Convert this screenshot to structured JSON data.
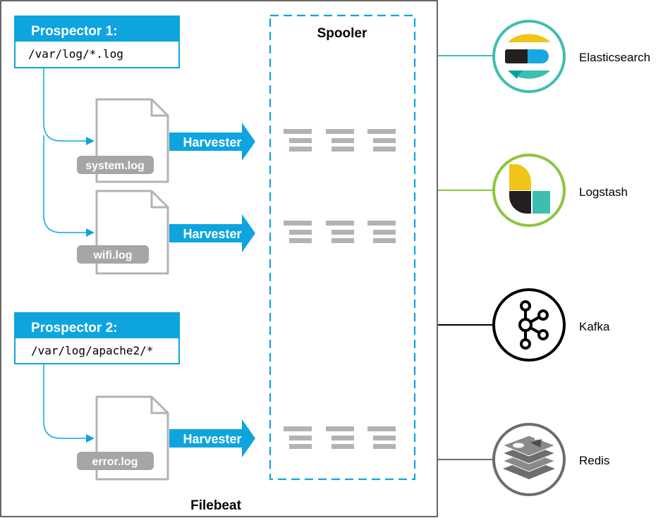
{
  "filebeat": {
    "label": "Filebeat"
  },
  "spooler": {
    "label": "Spooler"
  },
  "prospectors": [
    {
      "title": "Prospector 1:",
      "path": "/var/log/*.log"
    },
    {
      "title": "Prospector 2:",
      "path": "/var/log/apache2/*"
    }
  ],
  "files": [
    {
      "name": "system.log",
      "harvester": "Harvester"
    },
    {
      "name": "wifi.log",
      "harvester": "Harvester"
    },
    {
      "name": "error.log",
      "harvester": "Harvester"
    }
  ],
  "outputs": [
    {
      "label": "Elasticsearch",
      "icon": "elasticsearch-icon",
      "color": "#3ebeb0"
    },
    {
      "label": "Logstash",
      "icon": "logstash-icon",
      "color": "#8cc63f"
    },
    {
      "label": "Kafka",
      "icon": "kafka-icon",
      "color": "#000000"
    },
    {
      "label": "Redis",
      "icon": "redis-icon",
      "color": "#6d6d6d"
    }
  ],
  "colors": {
    "accent_blue": "#0ea5df",
    "file_gray": "#b3b3b3",
    "label_gray": "#a6a6a6",
    "bar_gray": "#b3b3b3"
  }
}
